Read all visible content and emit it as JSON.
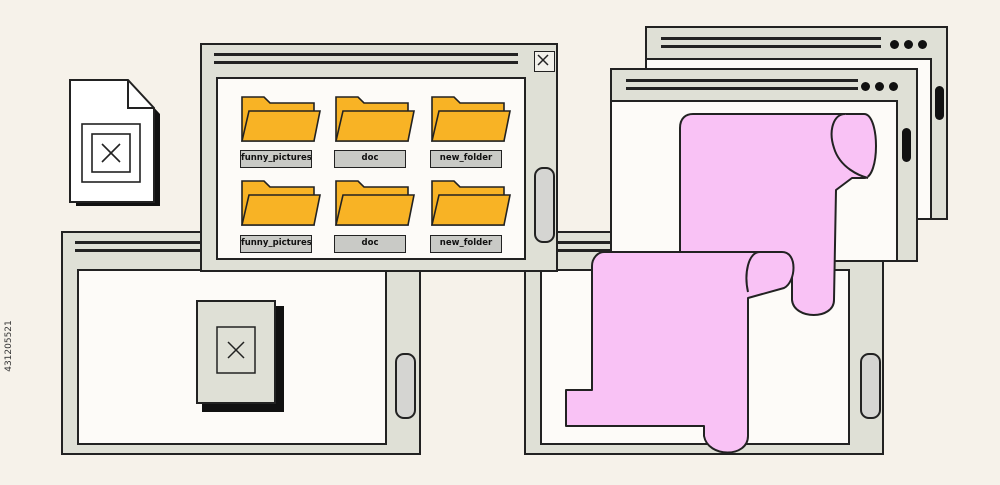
{
  "folders": [
    {
      "label": "funny_pictures",
      "icon": "folder-icon"
    },
    {
      "label": "doc",
      "icon": "folder-icon"
    },
    {
      "label": "new_folder",
      "icon": "folder-icon"
    },
    {
      "label": "funny_pictures",
      "icon": "folder-icon"
    },
    {
      "label": "doc",
      "icon": "folder-icon"
    },
    {
      "label": "new_folder",
      "icon": "folder-icon"
    }
  ],
  "stock_id": "431205521",
  "colors": {
    "background": "#f6f2ea",
    "window_frame": "#dfe0d6",
    "folder": "#f8b325",
    "scroll_paper": "#f9c2f5",
    "label_bg": "#c9cac6"
  }
}
